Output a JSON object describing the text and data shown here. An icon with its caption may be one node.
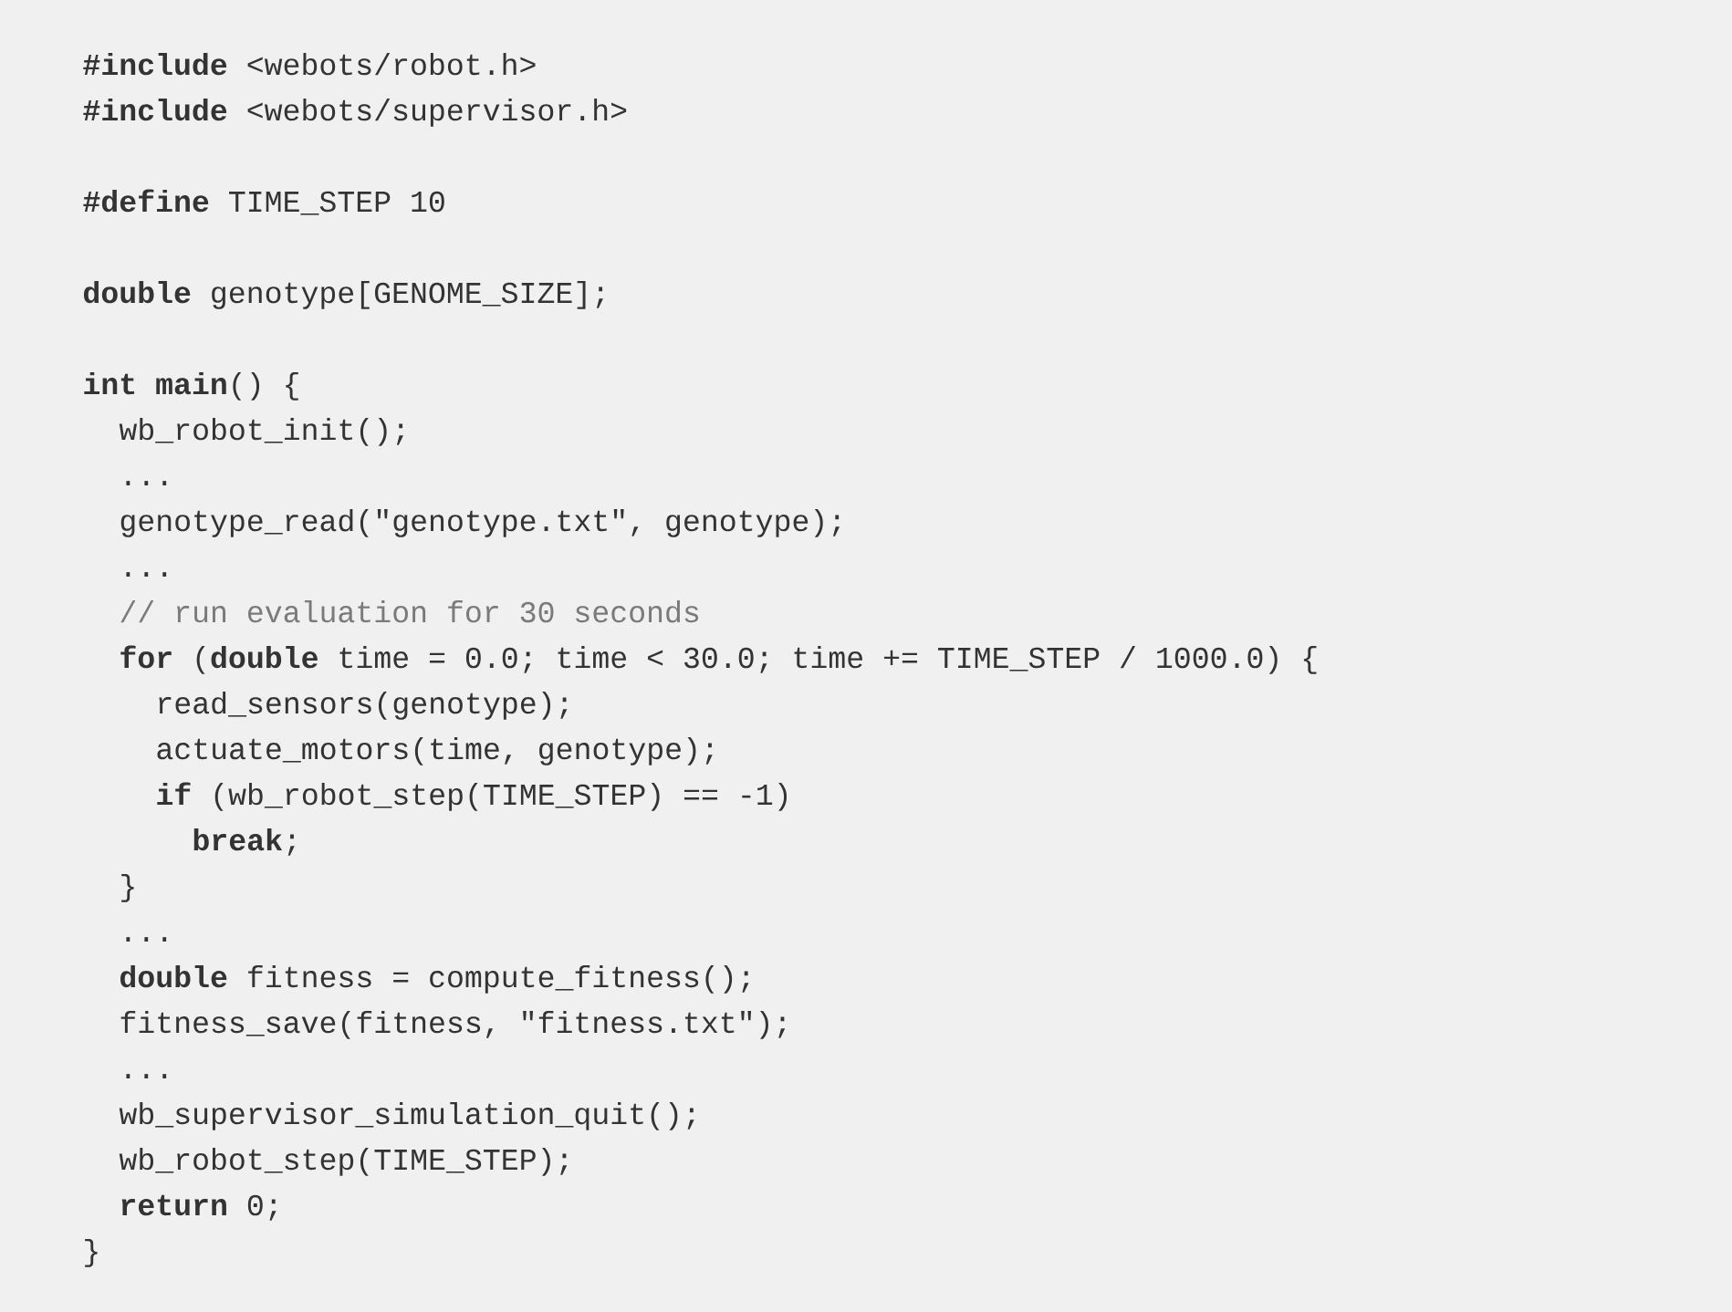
{
  "diagram": {
    "labels": [
      "**#include** <webots/robot.h>",
      "**#include** <webots/supervisor.h>",
      "**#define** TIME_STEP 10",
      "**double** genotype[GENOME_SIZE];",
      "**int** **main**() {",
      "wb_robot_init();",
      "...",
      "genotype_read(\"genotype.txt\", genotype);",
      "...",
      "// run evaluation for 30 seconds",
      "**for** (**double** time = 0.0; time < 30.0; time += TIME_STEP / 1000.0) {",
      "read_sensors(genotype);",
      "actuate_motors(time, genotype);",
      "**if** (wb_robot_step(TIME_STEP) == -1)",
      "**break**;",
      "}",
      "...",
      "**double** fitness = compute_fitness();",
      "fitness_save(fitness, \"fitness.txt\");",
      "...",
      "wb_supervisor_simulation_quit();",
      "wb_robot_step(TIME_STEP);",
      "**return** 0;",
      "}"
    ]
  }
}
